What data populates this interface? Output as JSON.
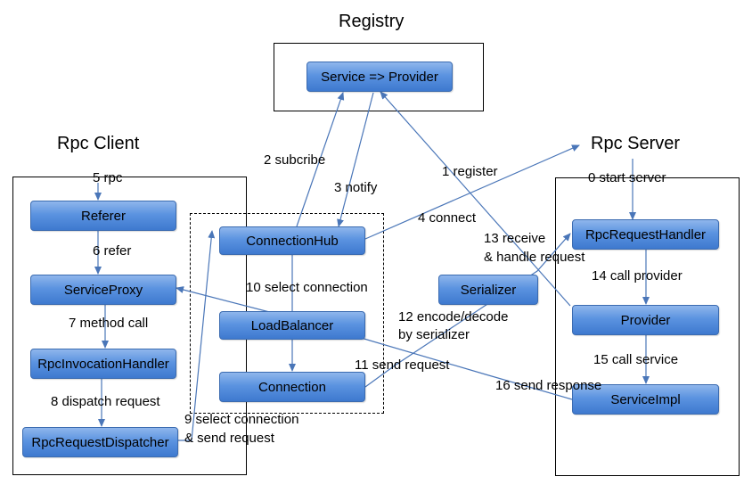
{
  "titles": {
    "registry": "Registry",
    "client": "Rpc Client",
    "server": "Rpc Server"
  },
  "nodes": {
    "service_provider": "Service => Provider",
    "referer": "Referer",
    "service_proxy": "ServiceProxy",
    "rpc_invocation_handler": "RpcInvocationHandler",
    "rpc_request_dispatcher": "RpcRequestDispatcher",
    "connection_hub": "ConnectionHub",
    "load_balancer": "LoadBalancer",
    "connection": "Connection",
    "serializer": "Serializer",
    "rpc_request_handler": "RpcRequestHandler",
    "provider": "Provider",
    "service_impl": "ServiceImpl"
  },
  "labels": {
    "l0": "0 start server",
    "l1": "1 register",
    "l2": "2 subcribe",
    "l3": "3 notify",
    "l4": "4 connect",
    "l5": "5 rpc",
    "l6": "6 refer",
    "l7": "7 method call",
    "l8": "8 dispatch request",
    "l9a": "9 select connection",
    "l9b": "& send request",
    "l10": "10 select connection",
    "l11": "11 send request",
    "l12a": "12 encode/decode",
    "l12b": "by serializer",
    "l13a": "13 receive",
    "l13b": "& handle request",
    "l14": "14 call provider",
    "l15": "15 call service",
    "l16": "16 send response"
  },
  "colors": {
    "arrow": "#4a76b8",
    "node_border": "#3b6bb0"
  }
}
